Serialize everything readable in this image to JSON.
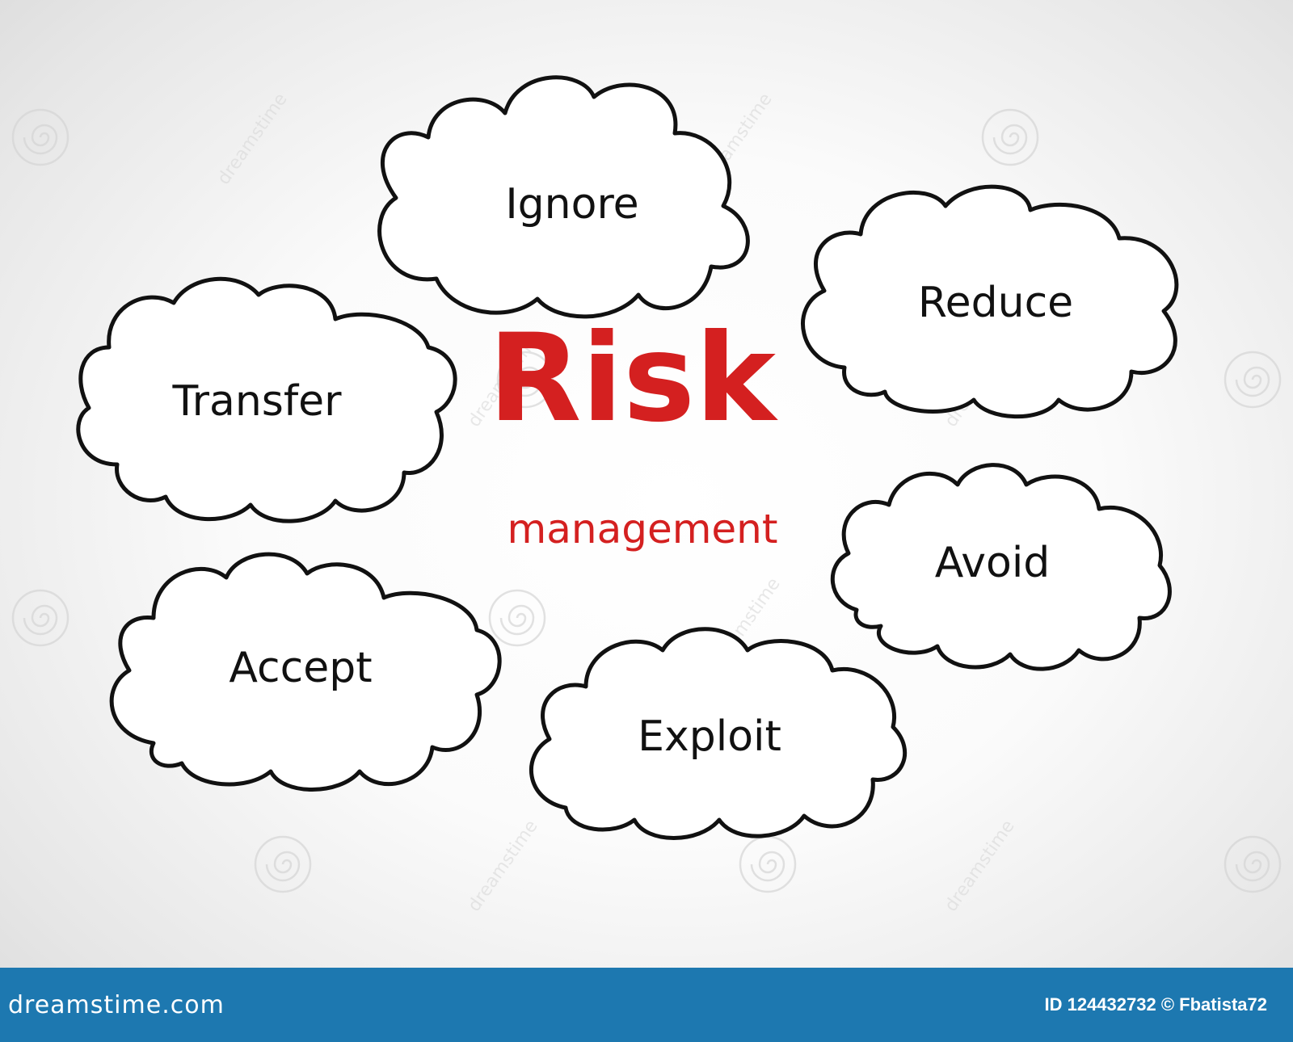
{
  "diagram": {
    "title": "Risk",
    "subtitle": "management",
    "title_color": "#d42020",
    "nodes": [
      {
        "id": "ignore",
        "label": "Ignore"
      },
      {
        "id": "reduce",
        "label": "Reduce"
      },
      {
        "id": "transfer",
        "label": "Transfer"
      },
      {
        "id": "avoid",
        "label": "Avoid"
      },
      {
        "id": "accept",
        "label": "Accept"
      },
      {
        "id": "exploit",
        "label": "Exploit"
      }
    ]
  },
  "watermark": {
    "text": "dreamstime",
    "icon": "spiral-logo-icon"
  },
  "footer": {
    "brand": "dreamstime.com",
    "image_id": "ID 124432732",
    "copyright": "©",
    "author": "Fbatista72",
    "background_color": "#1d78b0"
  }
}
